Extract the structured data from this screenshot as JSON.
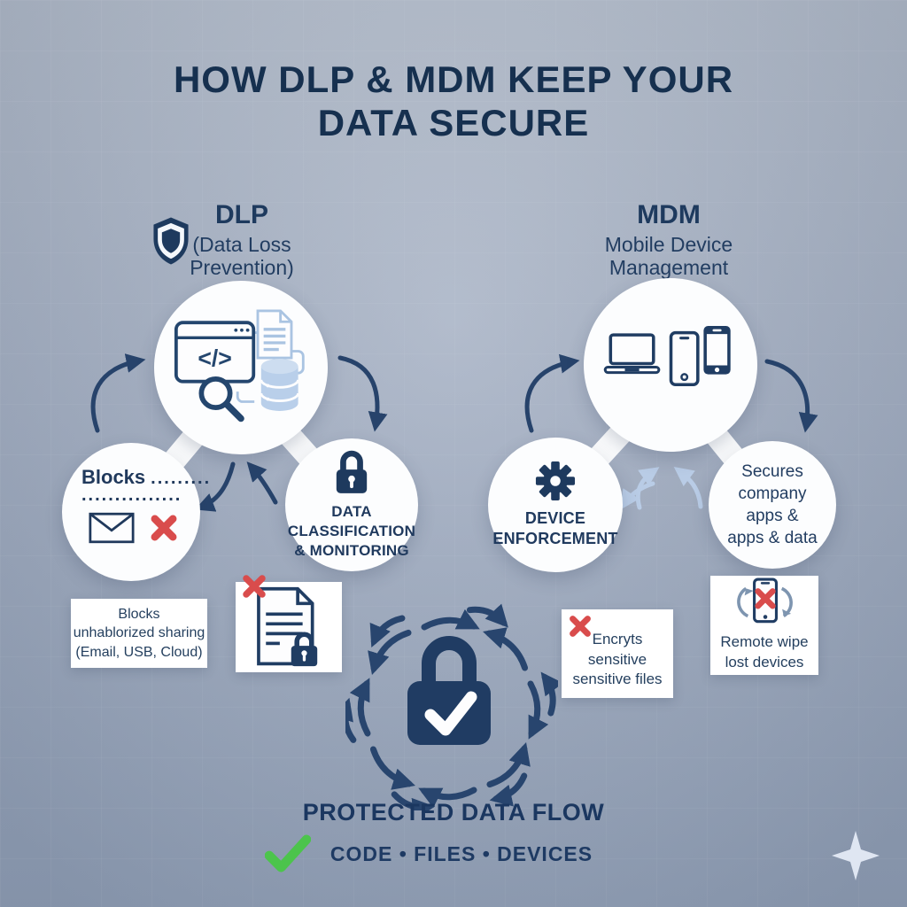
{
  "title": "HOW DLP & MDM KEEP YOUR\nDATA SECURE",
  "colors": {
    "background": "#a7b2c5",
    "navy": "#1e3a5e",
    "title_navy": "#16304f",
    "red_x": "#d94c4c",
    "green_check": "#4cc44c",
    "light_blue_icon": "#aac4e2",
    "circle_white": "#fcfdfe"
  },
  "dlp": {
    "heading": "DLP",
    "subheading": "(Data Loss\nPrevention)",
    "header_icon": "shield-icon",
    "hub_icons": [
      "code-window-icon",
      "search-magnifier-icon",
      "document-icon",
      "database-icon"
    ],
    "blocks_circle": {
      "label": "Blocks",
      "dots_top": ".........",
      "dots_bottom": "...............",
      "icons": [
        "envelope-icon",
        "blocked-x-icon"
      ]
    },
    "classification_circle": {
      "icon": "padlock-icon",
      "label": "DATA\nCLASSIFICATION\n& MONITORING"
    }
  },
  "mdm": {
    "heading": "MDM",
    "subheading": "Mobile Device\nManagement",
    "hub_icons": [
      "laptop-icon",
      "smartphone-outline-icon",
      "smartphone-filled-icon"
    ],
    "enforcement_circle": {
      "icon": "gear-icon",
      "label": "DEVICE\nENFORCEMENT"
    },
    "secures_circle": {
      "label": "Secures\ncompany\napps &\napps & data"
    }
  },
  "callouts": {
    "blocks_sharing": {
      "text": "Blocks\nunhablorized sharing\n(Email, USB, Cloud)"
    },
    "locked_document": {
      "icons": [
        "blocked-x-icon",
        "document-lock-icon"
      ]
    },
    "encrypts": {
      "icon": "blocked-x-icon",
      "text": "Encryts\nsensitive\nsensitive files"
    },
    "remote_wipe": {
      "icon": "phone-wipe-icon",
      "text": "Remote wipe\nlost devices"
    }
  },
  "center": {
    "icon": "padlock-check-icon",
    "label": "PROTECTED DATA FLOW"
  },
  "footer": {
    "check_icon": "green-check-icon",
    "items": "CODE • FILES • DEVICES"
  }
}
